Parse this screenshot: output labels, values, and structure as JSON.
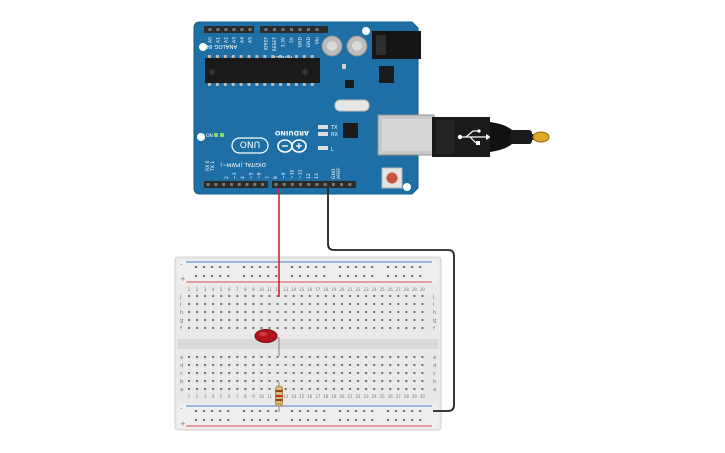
{
  "board": {
    "brand": "ARDUINO",
    "model": "UNO",
    "on_label": "ON",
    "analog_in": "ANALOG IN",
    "power": "POWER",
    "digital": "DIGITAL (PWM~)",
    "tx": "TX",
    "rx": "RX",
    "l_led": "L",
    "aref": "AREF",
    "gnd": "GND",
    "tx_pin": "TX 1",
    "rx_pin": "RX 0",
    "analog_pins": [
      "A0",
      "A1",
      "A2",
      "A3",
      "A4",
      "A5"
    ],
    "power_pins": [
      "IOREF",
      "RESET",
      "3.3V",
      "5V",
      "GND",
      "GND",
      "Vin"
    ],
    "digital_pins": [
      "13",
      "12",
      "~11",
      "~10",
      "~9",
      "8",
      "7",
      "~6",
      "~5",
      "4",
      "~3",
      "2"
    ]
  },
  "breadboard": {
    "columns": 30,
    "row_letters_top": [
      "j",
      "i",
      "h",
      "g",
      "f"
    ],
    "row_letters_bottom": [
      "e",
      "d",
      "c",
      "b",
      "a"
    ],
    "rail_minus": "-",
    "rail_plus": "+"
  },
  "colors": {
    "board_blue": "#1d6fa5",
    "board_dark": "#145a87",
    "wire_red": "#d12828",
    "wire_black": "#222222",
    "led_red": "#b3141b",
    "rail_red": "#d94a4a",
    "rail_blue": "#4b7bd1"
  },
  "icons": [
    "usb-cable-icon",
    "arduino-logo-icon",
    "led-icon",
    "resistor-icon"
  ]
}
